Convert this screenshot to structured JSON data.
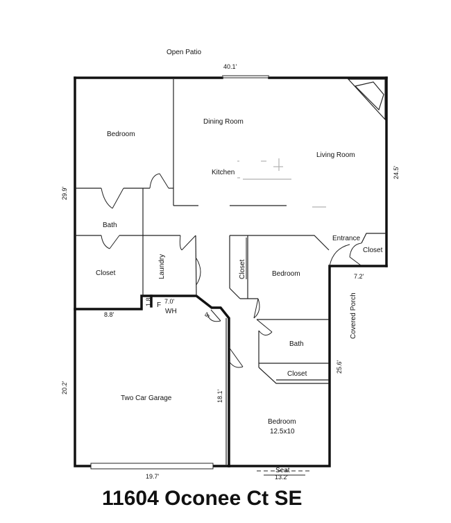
{
  "plan": {
    "address": "11604 Oconee Ct SE",
    "rooms": {
      "open_patio": "Open Patio",
      "bedroom_nw": "Bedroom",
      "dining_room": "Dining Room",
      "living_room": "Living Room",
      "kitchen": "Kitchen",
      "bath_w": "Bath",
      "entrance": "Entrance",
      "closet_entrance": "Closet",
      "closet_w": "Closet",
      "laundry": "Laundry",
      "closet_hall": "Closet",
      "bedroom_center": "Bedroom",
      "f": "F",
      "wh": "WH",
      "covered_porch": "Covered Porch",
      "bath_e": "Bath",
      "closet_e": "Closet",
      "garage": "Two Car Garage",
      "bedroom_se": "Bedroom",
      "bedroom_se_size": "12.5x10",
      "seat": "Seat"
    },
    "dimensions": {
      "top_width": "40.1'",
      "left_upper": "29.9'",
      "right_upper": "24.5'",
      "entrance_width": "7.2'",
      "closet_depth": "1.8",
      "closet_width": "7.0'",
      "left_mid": "8.8'",
      "diag_small": "5'",
      "right_lower": "25.6'",
      "left_lower": "20.2'",
      "garage_depth": "18.1'",
      "bottom_garage": "19.7'",
      "bottom_bedroom": "13.2'"
    }
  }
}
